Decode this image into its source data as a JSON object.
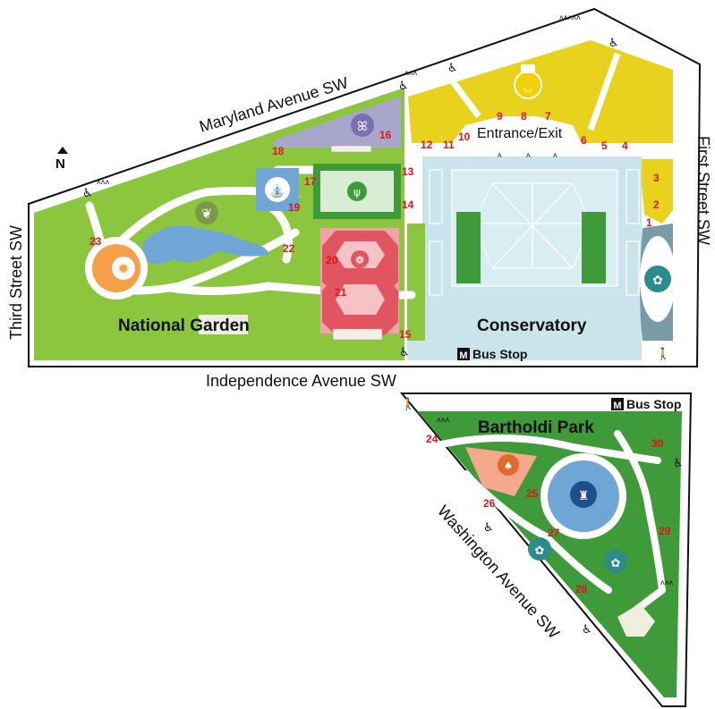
{
  "map": {
    "compass": "N",
    "streets": {
      "maryland": "Maryland Avenue SW",
      "third": "Third Street SW",
      "first": "First Street SW",
      "independence": "Independence Avenue SW",
      "washington": "Washington Avenue SW"
    },
    "areas": {
      "national_garden": "National Garden",
      "conservatory": "Conservatory",
      "bartholdi_park": "Bartholdi Park"
    },
    "entrance": "Entrance/Exit",
    "bus_stop": "Bus Stop",
    "metro_symbol": "M",
    "numbers": [
      "1",
      "2",
      "3",
      "4",
      "5",
      "6",
      "7",
      "8",
      "9",
      "10",
      "11",
      "12",
      "13",
      "14",
      "15",
      "16",
      "17",
      "18",
      "19",
      "20",
      "21",
      "22",
      "23",
      "24",
      "25",
      "26",
      "27",
      "28",
      "29",
      "30"
    ],
    "icons": [
      "wheelchair-icon",
      "pedestrian-icon",
      "butterfly-icon",
      "fountain-icon",
      "grass-icon",
      "leaf-icon",
      "rose-icon",
      "sunflower-icon",
      "lotus-icon",
      "carrot-icon",
      "fountain-statue-icon",
      "bowl-icon",
      "stairs-icon",
      "metro-icon"
    ],
    "colors": {
      "garden_green": "#8cc63f",
      "dark_green": "#3f9a3a",
      "path_white": "#ffffff",
      "conservatory_blue": "#c9e4ea",
      "water_blue": "#6fa6d6",
      "yellow": "#e8d21e",
      "rose_red": "#e05560",
      "butterfly_purple": "#a9a6cc",
      "orange": "#f7a04a",
      "salmon": "#f4a88c",
      "teal": "#2e8b8b",
      "red_numbers": "#e0151b"
    }
  }
}
